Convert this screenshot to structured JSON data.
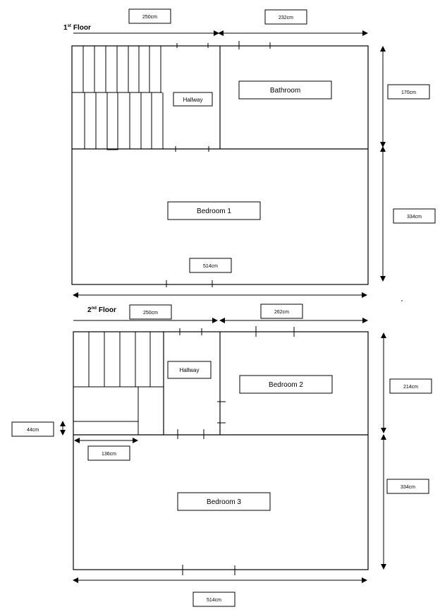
{
  "floor1": {
    "title_num": "1",
    "title_sup": "st",
    "title_word": "Floor",
    "rooms": {
      "hallway": "Hallway",
      "bathroom": "Bathroom",
      "bedroom": "Bedroom 1"
    },
    "dims": {
      "top_left": "250cm",
      "top_right": "232cm",
      "right_upper": "170cm",
      "right_lower": "334cm",
      "width": "514cm"
    }
  },
  "floor2": {
    "title_num": "2",
    "title_sup": "nd",
    "title_word": "Floor",
    "rooms": {
      "hallway": "Hallway",
      "bedroom2": "Bedroom 2",
      "bedroom3": "Bedroom 3"
    },
    "dims": {
      "top_left": "250cm",
      "top_right": "262cm",
      "right_upper": "214cm",
      "right_lower": "334cm",
      "left_small": "44cm",
      "stair_width": "136cm",
      "width": "514cm"
    }
  }
}
